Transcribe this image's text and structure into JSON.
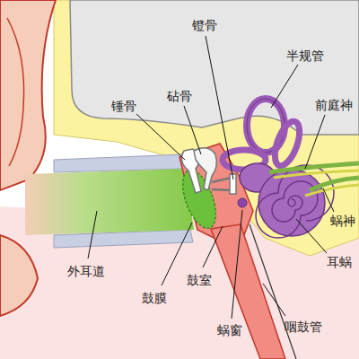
{
  "diagram": {
    "labels": [
      "镫骨",
      "半规管",
      "锤骨",
      "砧骨",
      "前庭神",
      "蜗神",
      "耳蜗",
      "外耳道",
      "鼓室",
      "鼓膜",
      "蜗窗",
      "咽鼓管"
    ]
  }
}
